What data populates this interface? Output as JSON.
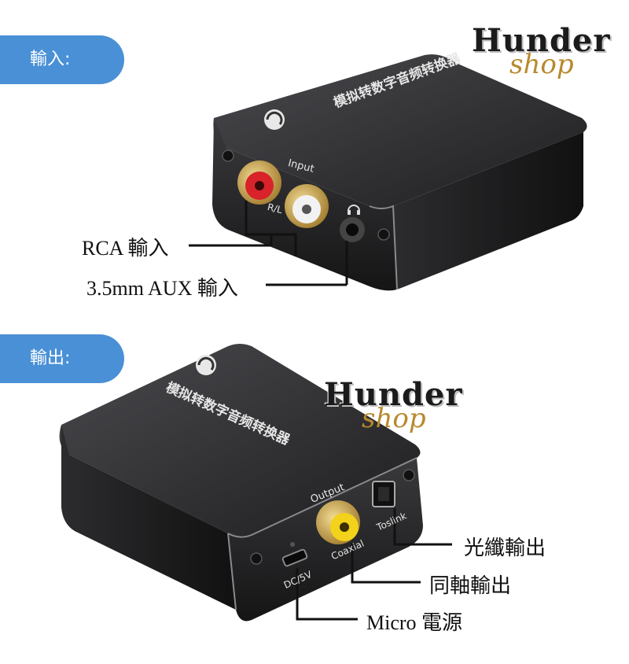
{
  "input_section": {
    "tab_label": "輸入:",
    "rca_label": "RCA 輸入",
    "aux_label": "3.5mm AUX 輸入"
  },
  "output_section": {
    "tab_label": "輸出:",
    "optical_label": "光纖輸出",
    "coaxial_label": "同軸輸出",
    "power_label": "Micro 電源"
  },
  "device": {
    "name": "模拟转数字音频转换器",
    "input_text": "Input",
    "rl_text": "R/L",
    "output_text": "Output",
    "coaxial_text": "Coaxial",
    "toslink_text": "Toslink",
    "dc_text": "DC/5V"
  },
  "watermark": {
    "line1": "Hunder",
    "line2": "shop"
  },
  "colors": {
    "tab": "#4a90d6",
    "device_body": "#2a2a2c",
    "rca_red": "#d8232a",
    "rca_white": "#f2f2f2",
    "rca_yellow": "#f2d21a",
    "gold": "#c9a24a"
  }
}
